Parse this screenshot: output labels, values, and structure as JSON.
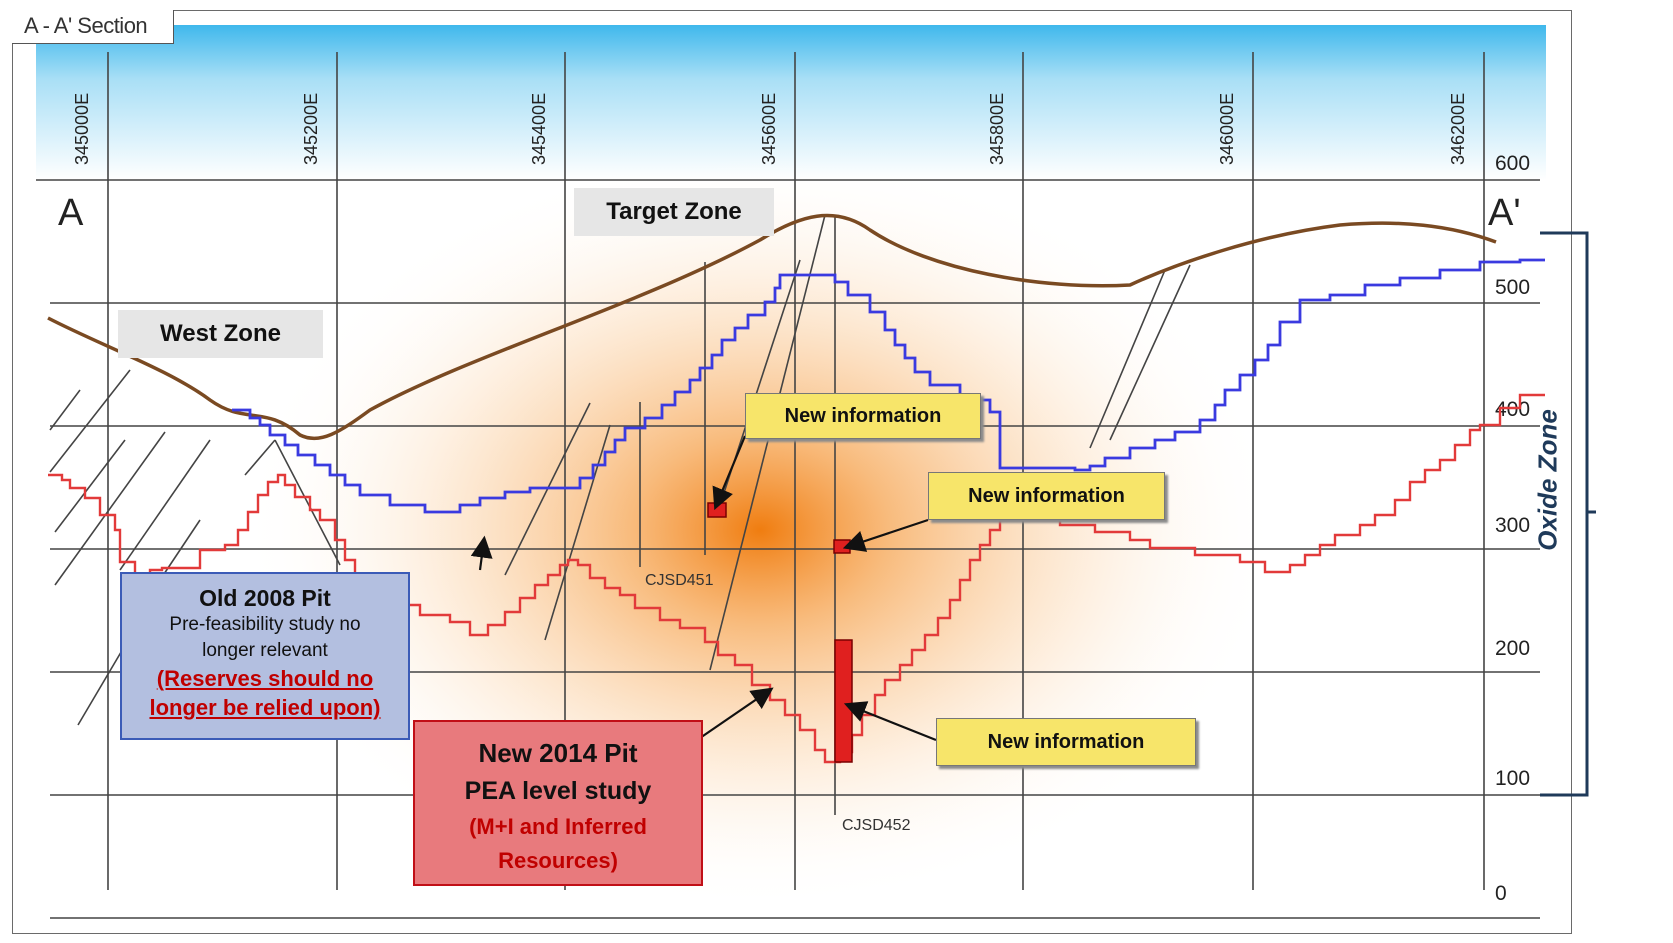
{
  "section_title": "A - A' Section",
  "section_ends": {
    "start": "A",
    "end": "A'"
  },
  "eastings": [
    "345000E",
    "345200E",
    "345400E",
    "345600E",
    "345800E",
    "346000E",
    "346200E"
  ],
  "elevations": [
    "600",
    "500",
    "400",
    "300",
    "200",
    "100",
    "0"
  ],
  "zones": {
    "west": "West  Zone",
    "target": "Target Zone"
  },
  "new_information": [
    "New information",
    "New information",
    "New information"
  ],
  "drillholes": [
    "CJSD451",
    "CJSD452"
  ],
  "old_pit": {
    "title": "Old 2008 Pit",
    "line1": "Pre-feasibility study no",
    "line2": "longer relevant",
    "note1": "(Reserves should no",
    "note2": "longer be relied upon)"
  },
  "new_pit": {
    "title": "New 2014 Pit",
    "subtitle": "PEA level study",
    "note1": "(M+I and Inferred",
    "note2": "Resources)"
  },
  "oxide_zone": "Oxide Zone",
  "colors": {
    "topography": "#7a4a22",
    "old_pit": "#3a3ae0",
    "new_pit": "#e23a3a",
    "intercept": "#e0201f",
    "anomaly": "#f08a1a",
    "sky": "#5fc6ef",
    "oxide_bracket": "#1f3a5a"
  }
}
